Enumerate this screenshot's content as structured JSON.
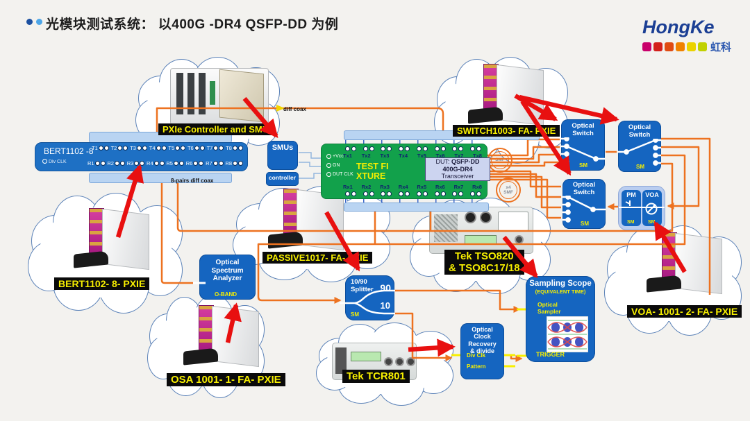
{
  "title": {
    "text": "光模块测试系统： 以400G -DR4 QSFP-DD 为例"
  },
  "logo": {
    "name": "HongKe",
    "cn": "虹科",
    "colors": [
      "#C9006B",
      "#D3201B",
      "#E04B12",
      "#F08200",
      "#EBD300",
      "#C1D100"
    ]
  },
  "tags": {
    "controller": "PXIe Controller and SMU",
    "bert": "BERT1102- 8- PXIE",
    "passive": "PASSIVE1017- FA- PXIE",
    "switch": "SWITCH1003- FA- PXIE",
    "tso1": "Tek TSO820",
    "tso2": "& TSO8C17/18",
    "osa": "OSA 1001- 1- FA- PXIE",
    "tcr": "Tek TCR801",
    "voa": "VOA- 1001- 2- FA- PXIE"
  },
  "bert": {
    "name": "BERT1102 -8",
    "div_clk": "Div CLK",
    "t": [
      "T1",
      "T2",
      "T3",
      "T4",
      "T5",
      "T6",
      "T7",
      "T8"
    ],
    "r": [
      "R1",
      "R2",
      "R3",
      "R4",
      "R5",
      "R6",
      "R7",
      "R8"
    ],
    "note": "8-pairs diff coax"
  },
  "fixture": {
    "title": "TEST FIXTURE",
    "pins": [
      "+Vcc",
      "GN",
      "DUT CLK"
    ],
    "tx": [
      "Tx1",
      "Tx2",
      "Tx3",
      "Tx4",
      "Tx5",
      "Tx6",
      "Tx7",
      "Tx8"
    ],
    "rx": [
      "Rx1",
      "Rx2",
      "Rx3",
      "Rx4",
      "Rx5",
      "Rx6",
      "Rx7",
      "Rx8"
    ]
  },
  "dut": {
    "l1a": "DUT:",
    "l1b": "QSFP-DD",
    "l2a": "400G-DR4",
    "l2b": "Transceiver"
  },
  "nodes": {
    "smus": "SMUs",
    "controller": "controller",
    "optical_switch": "Optical Switch",
    "sm": "SM",
    "pm": "PM",
    "voa": "VOA",
    "osa_lines": [
      "Optical",
      "Spectrum",
      "Analyzer"
    ],
    "oband": "O-BAND",
    "splitter_lines": [
      "10/90",
      "Splitter"
    ],
    "p90": "90",
    "p10": "10",
    "ocr_lines": [
      "Optical",
      "Clock",
      "Recovery",
      "& divide"
    ],
    "divclk": "Div Clk",
    "pattern": "Pattern",
    "scope_title": "Sampling Scope",
    "scope_sub": "(EQUIVALENT TIME)",
    "sampler": "Optical Sampler",
    "trigger": "TRIGGER"
  },
  "notes": {
    "diff_coax": "diff coax",
    "smf": "SMF",
    "x4": "x4"
  },
  "colors": {
    "wire_orange": "#ED7220",
    "node_blue": "#1565C0",
    "arrow_red": "#E81010",
    "board_green": "#12A14B",
    "label_yellow": "#F7EF00"
  }
}
